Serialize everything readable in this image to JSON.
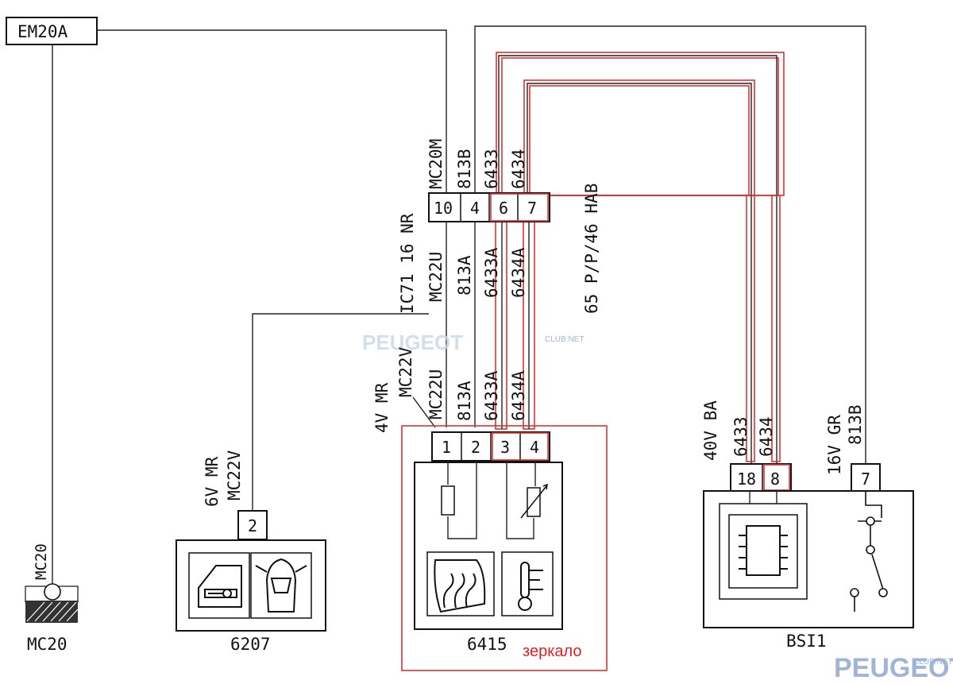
{
  "connectors": {
    "em20a": "EM20A",
    "ground_top": "MC20",
    "ground_bottom": "MC20"
  },
  "header_labels": {
    "mc20m": "MC20M",
    "w813b": "813B",
    "w6433": "6433",
    "w6434": "6434",
    "ic71": "IC71 16 NR",
    "p65": "65 P/P/46 HAB"
  },
  "connector_ic71": {
    "pins": [
      "10",
      "4",
      "6",
      "7"
    ]
  },
  "mid_labels": {
    "mc22u": "MC22U",
    "w813a": "813A",
    "w6433a": "6433A",
    "w6434a": "6434A"
  },
  "module_6415": {
    "name": "6415",
    "label_4v": "4V MR",
    "mc22v": "MC22V",
    "mc22u": "MC22U",
    "w813a": "813A",
    "w6433a": "6433A",
    "w6434a": "6434A",
    "pins": [
      "1",
      "2",
      "3",
      "4"
    ],
    "annotation": "зеркало"
  },
  "module_6207": {
    "name": "6207",
    "label_6v": "6V MR",
    "mc22v": "MC22V",
    "pin": "2"
  },
  "module_bsi1": {
    "name": "BSI1",
    "label_40v": "40V BA",
    "w6433": "6433",
    "w6434": "6434",
    "pins": [
      "18",
      "8"
    ],
    "label_16v": "16V GR",
    "w813b": "813B",
    "pin_right": "7"
  },
  "watermarks": {
    "center": "PEUGEOT",
    "center_small": "CLUB.NET",
    "corner": "PEUGEOT",
    "corner_small": "CLUB.NET"
  }
}
